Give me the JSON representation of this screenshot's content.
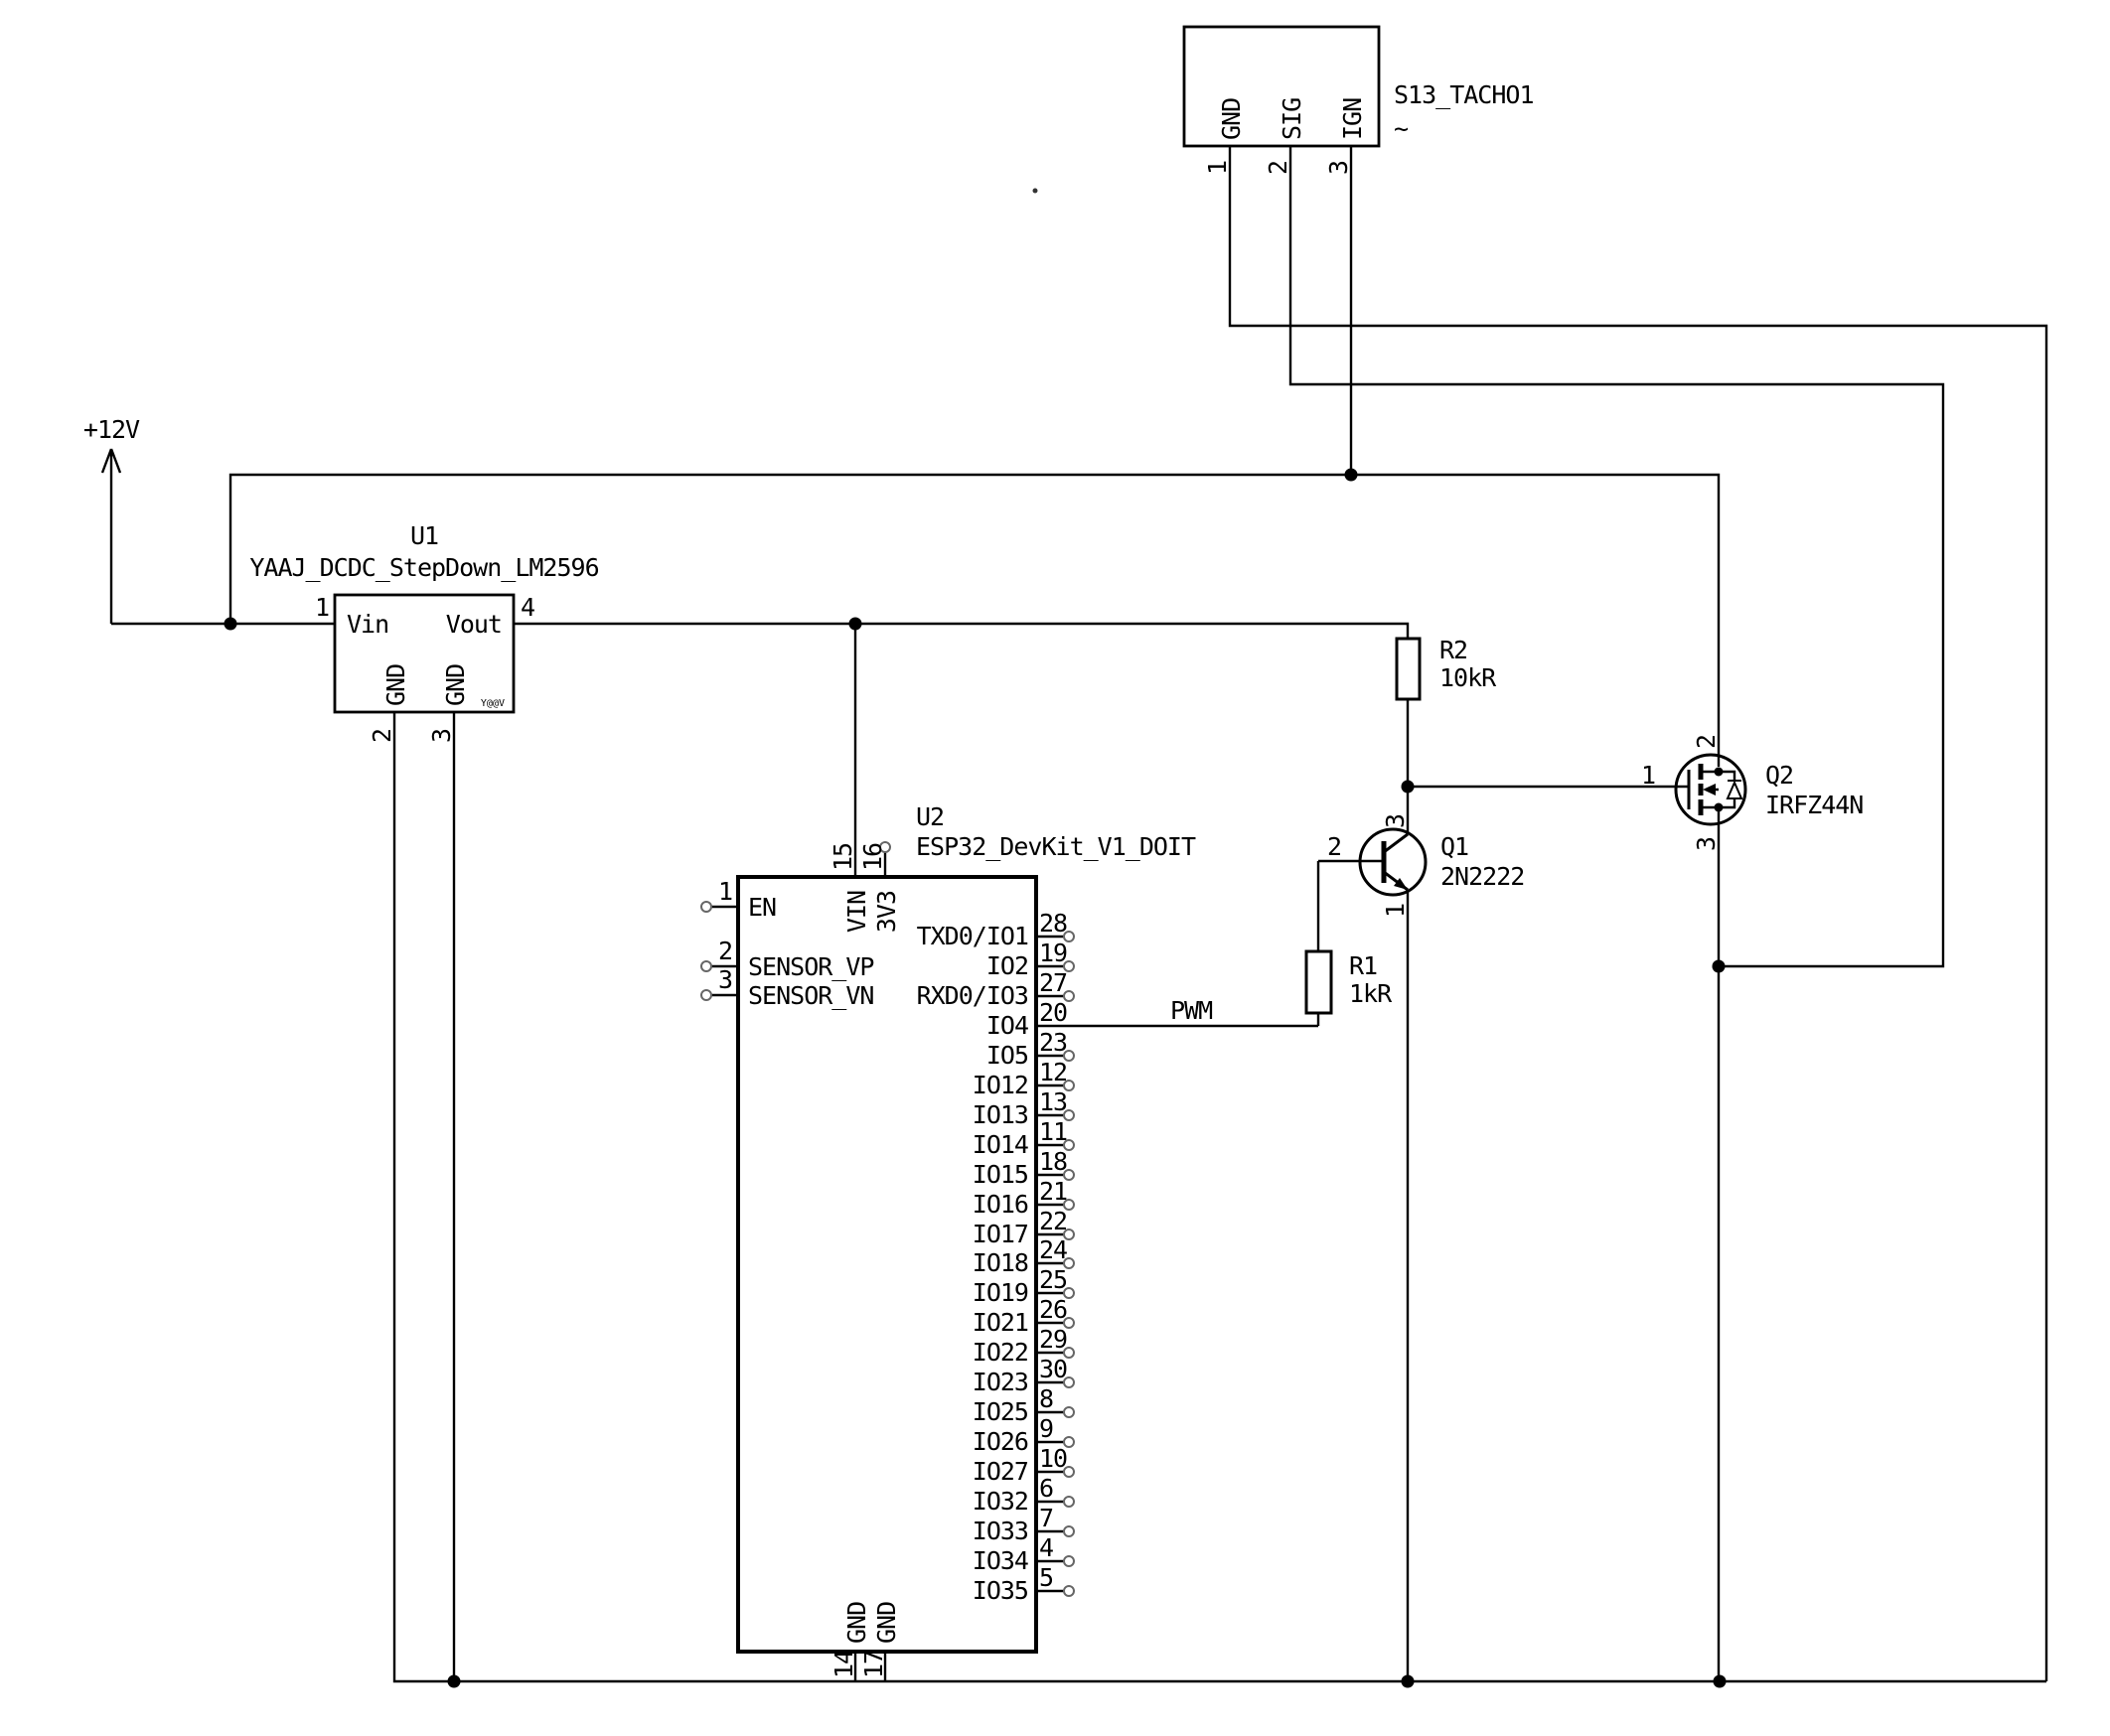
{
  "power": {
    "label": "+12V"
  },
  "nets": {
    "pwm": "PWM"
  },
  "connector": {
    "ref": "S13_TACHO1",
    "type_marker": "~",
    "pins": [
      {
        "num": "1",
        "name": "GND"
      },
      {
        "num": "2",
        "name": "SIG"
      },
      {
        "num": "3",
        "name": "IGN"
      }
    ]
  },
  "u1": {
    "ref": "U1",
    "value": "YAAJ_DCDC_StepDown_LM2596",
    "brand_mark": "Y@@V",
    "pin_vin": {
      "num": "1",
      "name": "Vin"
    },
    "pin_vout": {
      "num": "4",
      "name": "Vout"
    },
    "pin_gnd2": {
      "num": "2",
      "name": "GND"
    },
    "pin_gnd3": {
      "num": "3",
      "name": "GND"
    }
  },
  "u2": {
    "ref": "U2",
    "value": "ESP32_DevKit_V1_DOIT",
    "left_pins": [
      {
        "num": "1",
        "name": "EN"
      },
      {
        "num": "2",
        "name": "SENSOR_VP"
      },
      {
        "num": "3",
        "name": "SENSOR_VN"
      }
    ],
    "top_pins": [
      {
        "num": "15",
        "name": "VIN"
      },
      {
        "num": "16",
        "name": "3V3"
      }
    ],
    "bottom_pins": [
      {
        "num": "14",
        "name": "GND"
      },
      {
        "num": "17",
        "name": "GND"
      }
    ],
    "right_pins": [
      {
        "num": "28",
        "name": "TXD0/IO1"
      },
      {
        "num": "19",
        "name": "IO2"
      },
      {
        "num": "27",
        "name": "RXD0/IO3"
      },
      {
        "num": "20",
        "name": "IO4"
      },
      {
        "num": "23",
        "name": "IO5"
      },
      {
        "num": "12",
        "name": "IO12"
      },
      {
        "num": "13",
        "name": "IO13"
      },
      {
        "num": "11",
        "name": "IO14"
      },
      {
        "num": "18",
        "name": "IO15"
      },
      {
        "num": "21",
        "name": "IO16"
      },
      {
        "num": "22",
        "name": "IO17"
      },
      {
        "num": "24",
        "name": "IO18"
      },
      {
        "num": "25",
        "name": "IO19"
      },
      {
        "num": "26",
        "name": "IO21"
      },
      {
        "num": "29",
        "name": "IO22"
      },
      {
        "num": "30",
        "name": "IO23"
      },
      {
        "num": "8",
        "name": "IO25"
      },
      {
        "num": "9",
        "name": "IO26"
      },
      {
        "num": "10",
        "name": "IO27"
      },
      {
        "num": "6",
        "name": "IO32"
      },
      {
        "num": "7",
        "name": "IO33"
      },
      {
        "num": "4",
        "name": "IO34"
      },
      {
        "num": "5",
        "name": "IO35"
      }
    ]
  },
  "r1": {
    "ref": "R1",
    "value": "1kR"
  },
  "r2": {
    "ref": "R2",
    "value": "10kR"
  },
  "q1": {
    "ref": "Q1",
    "value": "2N2222",
    "pin_base": "2",
    "pin_collector": "3",
    "pin_emitter": "1"
  },
  "q2": {
    "ref": "Q2",
    "value": "IRFZ44N",
    "pin_gate": "1",
    "pin_drain": "2",
    "pin_source": "3"
  }
}
